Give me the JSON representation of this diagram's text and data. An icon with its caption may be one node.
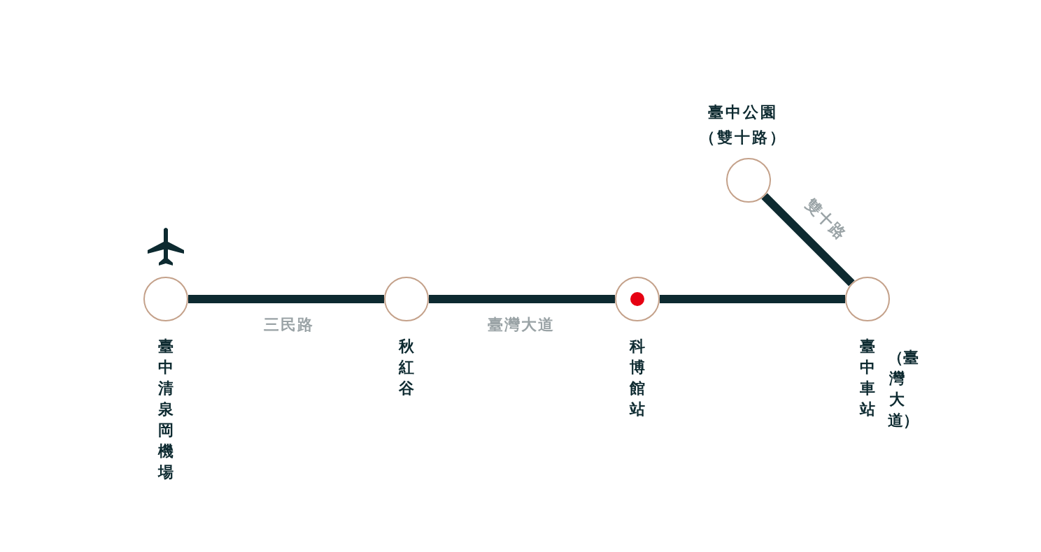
{
  "diagram": {
    "nodes": [
      {
        "text": [
          "臺中清泉岡機場"
        ]
      },
      {
        "text": [
          "秋紅谷"
        ]
      },
      {
        "text": [
          "科博館站"
        ]
      },
      {
        "text": [
          "臺中車站",
          "（臺灣大道）"
        ]
      },
      {
        "text": [
          "臺中公園（雙十路）"
        ]
      }
    ],
    "edges": [
      {
        "from": 0,
        "to": 1,
        "arrow": "none",
        "label": "三民路"
      },
      {
        "from": 1,
        "to": 2,
        "arrow": "none",
        "label": "臺灣大道"
      },
      {
        "from": 2,
        "to": 3,
        "arrow": "none"
      },
      {
        "from": 3,
        "to": 4,
        "arrow": "none",
        "label": "雙十路"
      }
    ]
  }
}
